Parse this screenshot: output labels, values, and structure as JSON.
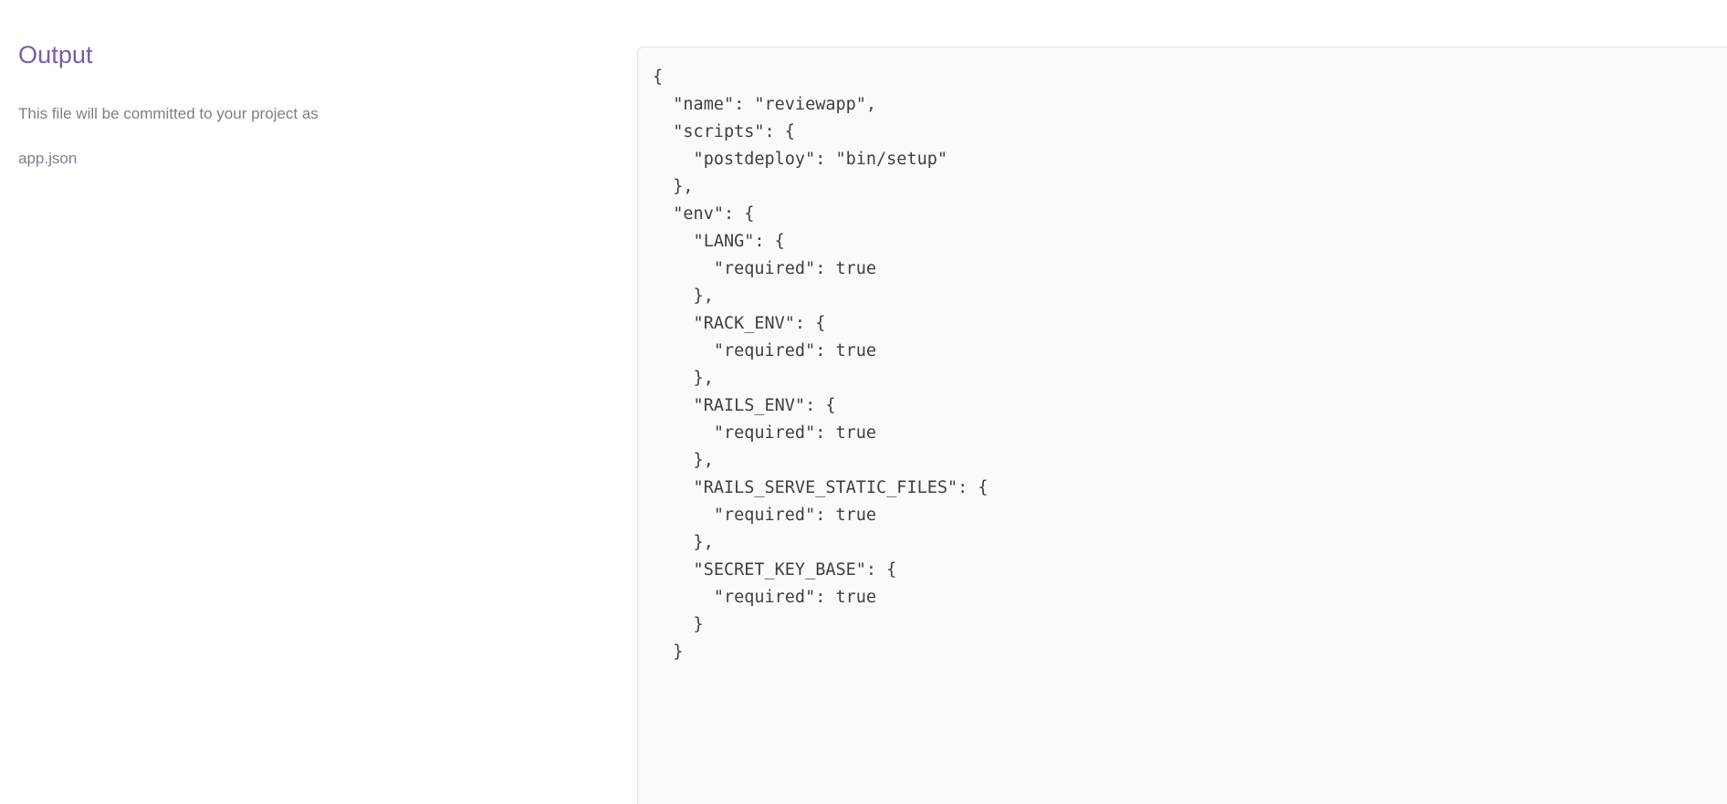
{
  "output_section": {
    "title": "Output",
    "description": "This file will be committed to your project as",
    "filename": "app.json"
  },
  "code_panel": {
    "language": "json",
    "content": "{\n  \"name\": \"reviewapp\",\n  \"scripts\": {\n    \"postdeploy\": \"bin/setup\"\n  },\n  \"env\": {\n    \"LANG\": {\n      \"required\": true\n    },\n    \"RACK_ENV\": {\n      \"required\": true\n    },\n    \"RAILS_ENV\": {\n      \"required\": true\n    },\n    \"RAILS_SERVE_STATIC_FILES\": {\n      \"required\": true\n    },\n    \"SECRET_KEY_BASE\": {\n      \"required\": true\n    }\n  }"
  },
  "colors": {
    "heading_purple": "#7c5ba6",
    "body_gray": "#7d7d8f",
    "code_text": "#3c3f45",
    "panel_background": "#fafafb",
    "panel_border": "#e4e4ec",
    "page_background": "#ffffff"
  }
}
